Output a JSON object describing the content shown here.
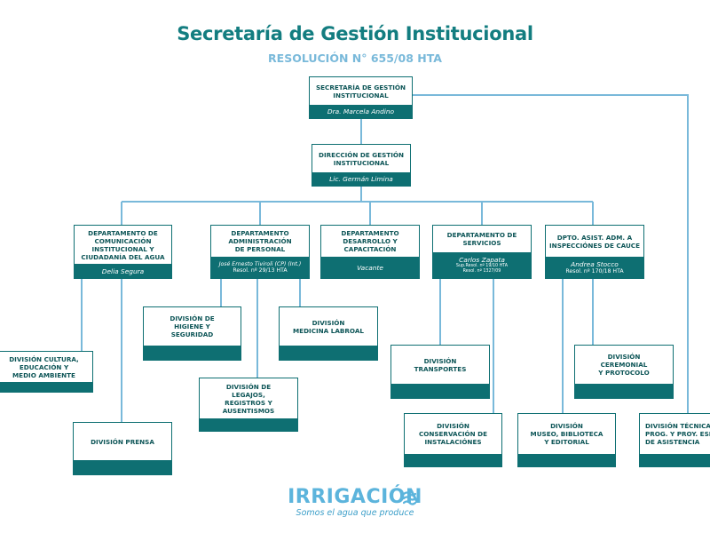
{
  "header": {
    "title": "Secretaría de Gestión Institucional",
    "subtitle": "RESOLUCIÓN N° 655/08 HTA"
  },
  "colors": {
    "title": "#137d80",
    "box_border": "#0e6f72",
    "box_footer": "#0e6f72",
    "connector": "#79b9da",
    "logo": "#5cb4dc"
  },
  "chart": {
    "secretaria": {
      "name": "SECRETARÍA DE GESTIÓN\nINSTITUCIONAL",
      "person": "Dra. Marcela Andino"
    },
    "direccion": {
      "name": "DIRECCIÓN DE GESTIÓN\nINSTITUCIONAL",
      "person": "Lic. Germán Limina"
    },
    "dep_comunicacion": {
      "name": "DEPARTAMENTO DE\nCOMUNICACIÓN\nINSTITUCIONAL Y\nCIUDADANÍA DEL AGUA",
      "person": "Delia Segura"
    },
    "dep_personal": {
      "name": "DEPARTAMENTO\nADMINISTRACIÓN\nDE PERSONAL",
      "person": "José Ernesto Tiviroli (CP) (Int.)",
      "resol": "Resol. nº 29/13 HTA"
    },
    "dep_desarrollo": {
      "name": "DEPARTAMENTO\nDESARROLLO Y\nCAPACITACIÓN",
      "person": "Vacante"
    },
    "dep_servicios": {
      "name": "DEPARTAMENTO DE\nSERVICIOS",
      "person": "Carlos Zapata",
      "resol1": "Sup.Resol. nº 19/10 HTA",
      "resol2": "Resol. nº 1327/09"
    },
    "dpto_cauce": {
      "name": "DPTO. ASIST. ADM. A\nINSPECCIÓNES DE CAUCE",
      "person": "Andrea Stocco",
      "resol": "Resol. nº 170/18 HTA"
    },
    "div_higiene": {
      "name": "DIVISIÓN DE\nHIGIENE Y\nSEGURIDAD"
    },
    "div_medicina": {
      "name": "DIVISIÓN\nMEDICINA LABROAL"
    },
    "div_legajos": {
      "name": "DIVISIÓN DE\nLEGAJOS,\nREGISTROS Y\nAUSENTISMOS"
    },
    "div_cultura": {
      "name": "DIVISIÓN CULTURA,\nEDUCACIÓN Y\nMEDIO AMBIENTE"
    },
    "div_prensa": {
      "name": "DIVISIÓN PRENSA"
    },
    "div_transportes": {
      "name": "DIVISIÓN\nTRANSPORTES"
    },
    "div_conservacion": {
      "name": "DIVISIÓN\nCONSERVACIÓN DE\nINSTALACIÓNES"
    },
    "div_ceremonial": {
      "name": "DIVISIÓN\nCEREMONIAL\nY PROTOCOLO"
    },
    "div_museo": {
      "name": "DIVISIÓN\nMUSEO, BIBLIOTECA\nY EDITORIAL"
    },
    "div_tecnica": {
      "name": "DIVISIÓN TÉCNICA\nPROG. Y PROY. ESPEC.\nDE ASISTENCIA"
    }
  },
  "logo": {
    "word": "IRRIGACIÓN",
    "icon": "water-waves-icon",
    "tagline": "Somos el agua que produce"
  }
}
